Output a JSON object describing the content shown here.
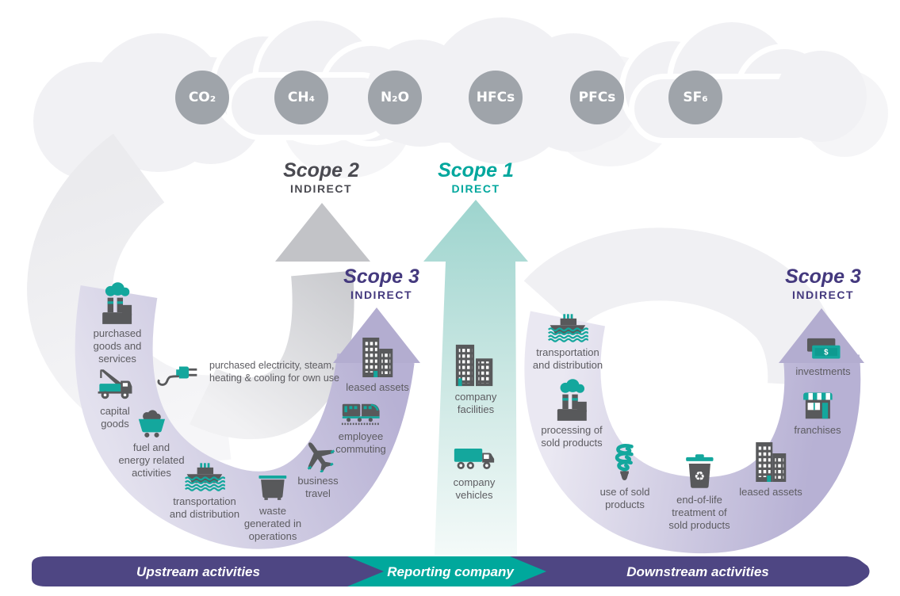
{
  "gases": [
    "CO₂",
    "CH₄",
    "N₂O",
    "HFCs",
    "PFCs",
    "SF₆"
  ],
  "scope2": {
    "title": "Scope 2",
    "type": "INDIRECT"
  },
  "scope1": {
    "title": "Scope 1",
    "type": "DIRECT"
  },
  "scope3_upstream": {
    "title": "Scope 3",
    "type": "INDIRECT"
  },
  "scope3_downstream": {
    "title": "Scope 3",
    "type": "INDIRECT"
  },
  "upstream": {
    "electricity_note": "purchased electricity, steam,\nheating & cooling for own use",
    "items": [
      {
        "icon": "factory-cloud",
        "label": "purchased\ngoods and\nservices"
      },
      {
        "icon": "crane-truck",
        "label": "capital\ngoods"
      },
      {
        "icon": "mine-cart",
        "label": "fuel and\nenergy related\nactivities"
      },
      {
        "icon": "cargo-ship",
        "label": "transportation\nand distribution"
      },
      {
        "icon": "dumpster",
        "label": "waste\ngenerated in\noperations"
      },
      {
        "icon": "airplane",
        "label": "business\ntravel"
      },
      {
        "icon": "train",
        "label": "employee\ncommuting"
      },
      {
        "icon": "office-building",
        "label": "leased assets"
      }
    ]
  },
  "reporting": {
    "items": [
      {
        "icon": "company-buildings",
        "label": "company\nfacilities"
      },
      {
        "icon": "delivery-truck",
        "label": "company\nvehicles"
      }
    ]
  },
  "downstream": {
    "items": [
      {
        "icon": "cargo-ship",
        "label": "transportation\nand distribution"
      },
      {
        "icon": "factory-cloud",
        "label": "processing of\nsold products"
      },
      {
        "icon": "cfl-bulb",
        "label": "use of sold\nproducts"
      },
      {
        "icon": "recycle-bin",
        "label": "end-of-life\ntreatment of\nsold products"
      },
      {
        "icon": "office-building",
        "label": "leased assets"
      },
      {
        "icon": "storefront",
        "label": "franchises"
      },
      {
        "icon": "money-bills",
        "label": "investments"
      }
    ]
  },
  "footer": {
    "upstream": "Upstream activities",
    "reporting": "Reporting company",
    "downstream": "Downstream activities"
  },
  "colors": {
    "teal": "#00A79D",
    "icon_teal": "#14A79D",
    "icon_dark": "#58595B",
    "purple_bar": "#4E4683",
    "scope3_text": "#44397E",
    "lavender_arc": "#DCD9EA",
    "lavender_arrowhead": "#B3ADD0",
    "gray_arrow": "#C2C3C7",
    "gas_circle": "#9FA4AA",
    "cloud": "#F1F1F4"
  }
}
